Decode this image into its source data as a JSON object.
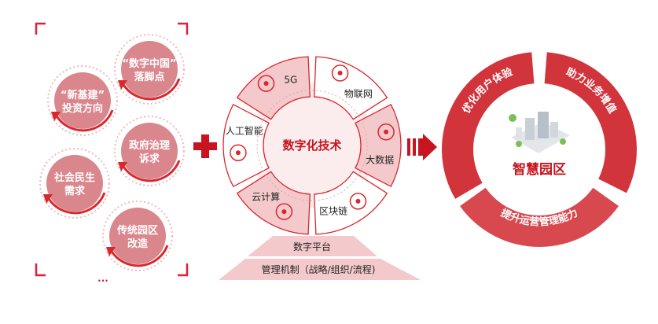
{
  "needs": {
    "items": [
      {
        "line1": "“数字中国”",
        "line2": "落脚点"
      },
      {
        "line1": "“新基建”",
        "line2": "投资方向"
      },
      {
        "line1": "政府治理",
        "line2": "诉求"
      },
      {
        "line1": "社会民生",
        "line2": "需求"
      },
      {
        "line1": "传统园区",
        "line2": "改造"
      }
    ],
    "more": "..."
  },
  "tech": {
    "center": "数字化技术",
    "segments": [
      {
        "label": "5G",
        "icon": "5g-phone-globe-icon",
        "shaded": true
      },
      {
        "label": "物联网",
        "icon": "network-nodes-icon",
        "shaded": false
      },
      {
        "label": "大数据",
        "icon": "data-atom-icon",
        "shaded": true
      },
      {
        "label": "区块链",
        "icon": "blockchain-icon",
        "shaded": false
      },
      {
        "label": "云计算",
        "icon": "cloud-icon",
        "shaded": true
      },
      {
        "label": "人工智能",
        "icon": "brain-icon",
        "shaded": false
      }
    ],
    "platform": "数字平台",
    "mechanism": "管理机制（战略/组织/流程)"
  },
  "result": {
    "center": "智慧园区",
    "segments": [
      "优化用户体验",
      "助力业务增值",
      "提升运营管理能力"
    ]
  },
  "colors": {
    "accent": "#d9272e",
    "light": "#f3c9cb",
    "circle": "#d9868c"
  }
}
